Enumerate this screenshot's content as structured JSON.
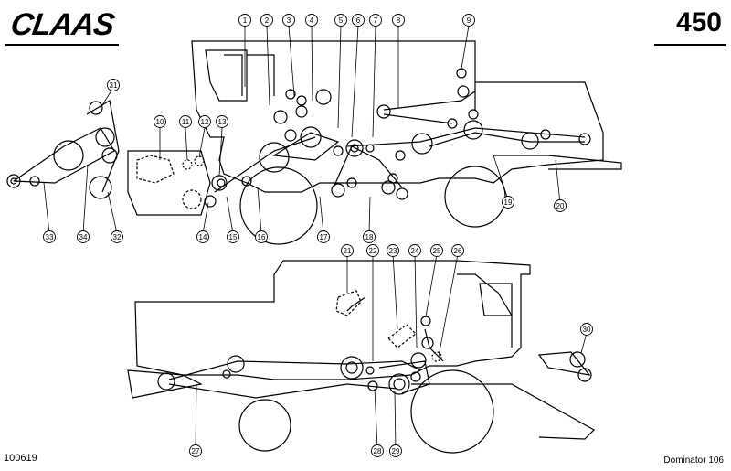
{
  "header": {
    "brand": "CLAAS",
    "page_number": "450"
  },
  "footer": {
    "doc_id": "100619",
    "model": "Dominator 106"
  },
  "callouts": [
    "1",
    "2",
    "3",
    "4",
    "5",
    "6",
    "7",
    "8",
    "9",
    "10",
    "11",
    "12",
    "13",
    "14",
    "15",
    "16",
    "17",
    "18",
    "19",
    "20",
    "21",
    "22",
    "23",
    "24",
    "25",
    "26",
    "27",
    "28",
    "29",
    "30",
    "31",
    "32",
    "33",
    "34"
  ]
}
